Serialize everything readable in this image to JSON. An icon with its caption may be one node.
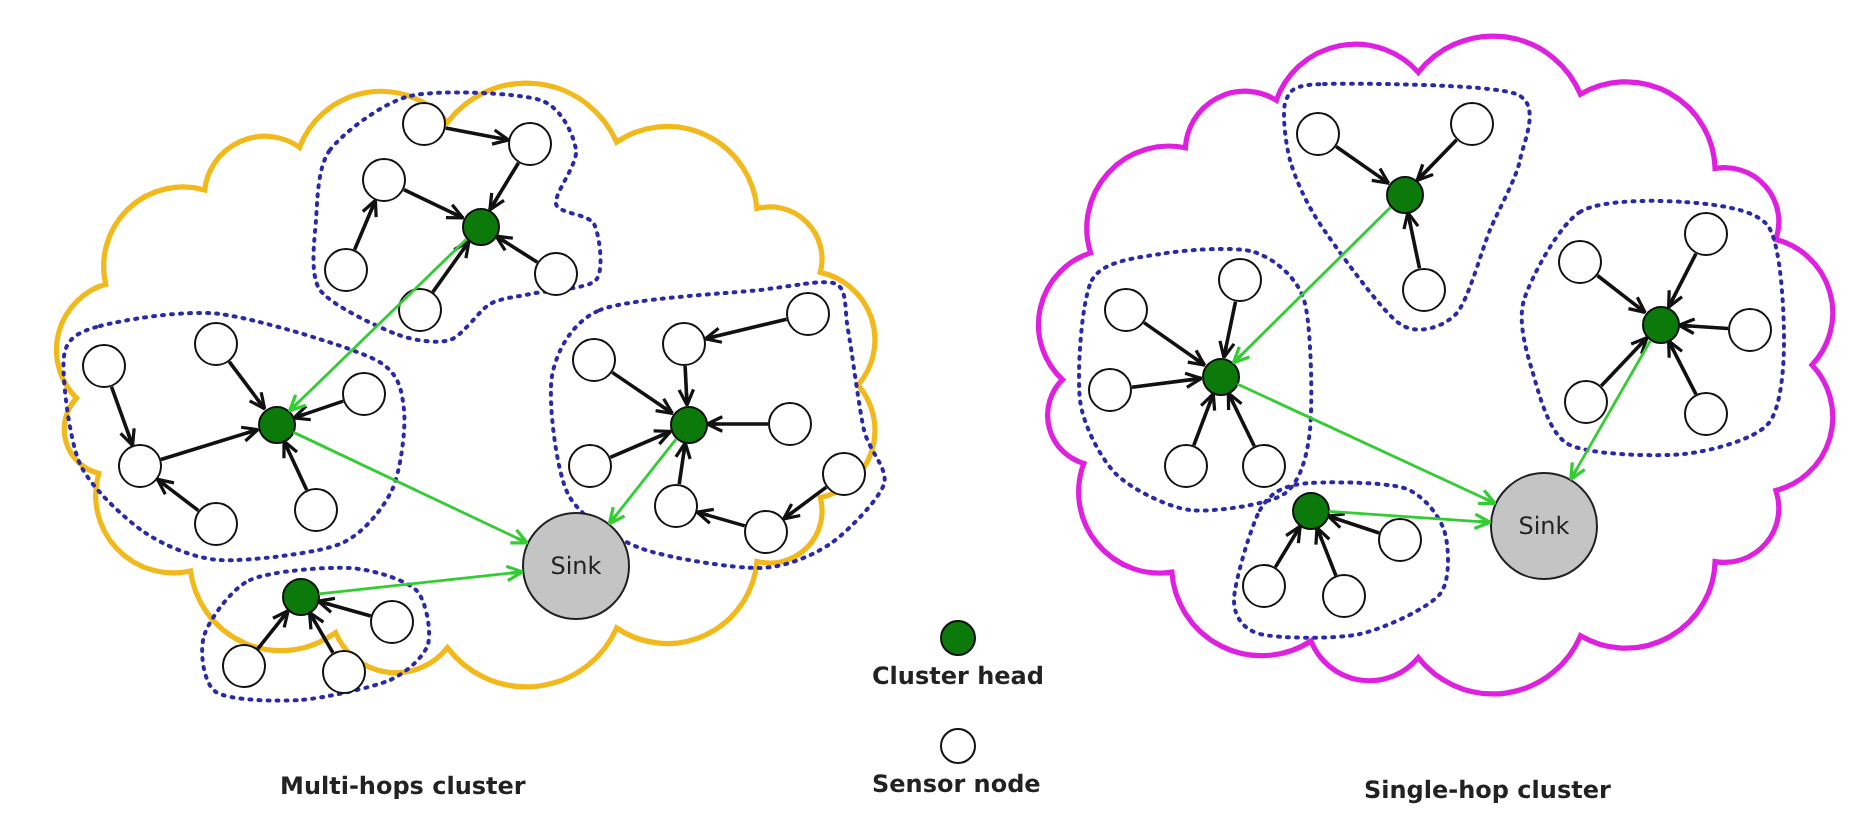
{
  "diagram": {
    "nodes": [
      {
        "text": [],
        "shape": "cloud"
      },
      {
        "text": [],
        "shape": "blob",
        "in": 0
      },
      {
        "text": [],
        "shape": "circle",
        "in": 1
      },
      {
        "text": [],
        "shape": "circle",
        "in": 1
      },
      {
        "text": [],
        "shape": "circle",
        "in": 1
      },
      {
        "text": [],
        "shape": "circle",
        "in": 1
      },
      {
        "text": [],
        "shape": "circle",
        "in": 1
      },
      {
        "text": [],
        "shape": "circle",
        "in": 1
      },
      {
        "text": [],
        "shape": "dot",
        "in": 1
      },
      {
        "text": [],
        "shape": "blob",
        "in": 0
      },
      {
        "text": [],
        "shape": "circle",
        "in": 9
      },
      {
        "text": [],
        "shape": "circle",
        "in": 9
      },
      {
        "text": [],
        "shape": "circle",
        "in": 9
      },
      {
        "text": [],
        "shape": "circle",
        "in": 9
      },
      {
        "text": [],
        "shape": "circle",
        "in": 9
      },
      {
        "text": [],
        "shape": "circle",
        "in": 9
      },
      {
        "text": [],
        "shape": "dot",
        "in": 9
      },
      {
        "text": [],
        "shape": "blob",
        "in": 0
      },
      {
        "text": [],
        "shape": "circle",
        "in": 17
      },
      {
        "text": [],
        "shape": "circle",
        "in": 17
      },
      {
        "text": [],
        "shape": "circle",
        "in": 17
      },
      {
        "text": [],
        "shape": "circle",
        "in": 17
      },
      {
        "text": [],
        "shape": "circle",
        "in": 17
      },
      {
        "text": [],
        "shape": "circle",
        "in": 17
      },
      {
        "text": [],
        "shape": "circle",
        "in": 17
      },
      {
        "text": [],
        "shape": "circle",
        "in": 17
      },
      {
        "text": [],
        "shape": "dot",
        "in": 17
      },
      {
        "text": [],
        "shape": "blob",
        "in": 0
      },
      {
        "text": [],
        "shape": "dot",
        "in": 27
      },
      {
        "text": [],
        "shape": "circle",
        "in": 27
      },
      {
        "text": [],
        "shape": "circle",
        "in": 27
      },
      {
        "text": [],
        "shape": "circle",
        "in": 27
      },
      {
        "text": [
          "Sink"
        ],
        "in": 0
      },
      {
        "text": [],
        "shape": "cloud"
      },
      {
        "text": [],
        "shape": "blob",
        "in": 33
      },
      {
        "text": [],
        "shape": "circle",
        "in": 34
      },
      {
        "text": [],
        "shape": "circle",
        "in": 34
      },
      {
        "text": [],
        "shape": "circle",
        "in": 34
      },
      {
        "text": [],
        "shape": "dot",
        "in": 34
      },
      {
        "text": [],
        "shape": "blob",
        "in": 33
      },
      {
        "text": [],
        "shape": "circle",
        "in": 39
      },
      {
        "text": [],
        "shape": "circle",
        "in": 39
      },
      {
        "text": [],
        "shape": "circle",
        "in": 39
      },
      {
        "text": [],
        "shape": "circle",
        "in": 39
      },
      {
        "text": [],
        "shape": "circle",
        "in": 39
      },
      {
        "text": [],
        "shape": "dot",
        "in": 39
      },
      {
        "text": [],
        "shape": "blob",
        "in": 33
      },
      {
        "text": [],
        "shape": "circle",
        "in": 46
      },
      {
        "text": [],
        "shape": "circle",
        "in": 46
      },
      {
        "text": [],
        "shape": "circle",
        "in": 46
      },
      {
        "text": [],
        "shape": "circle",
        "in": 46
      },
      {
        "text": [],
        "shape": "circle",
        "in": 46
      },
      {
        "text": [],
        "shape": "dot",
        "in": 46
      },
      {
        "text": [],
        "shape": "blob",
        "in": 33
      },
      {
        "text": [],
        "shape": "dot",
        "in": 53
      },
      {
        "text": [],
        "shape": "circle",
        "in": 53
      },
      {
        "text": [],
        "shape": "circle",
        "in": 53
      },
      {
        "text": [],
        "shape": "circle",
        "in": 53
      },
      {
        "text": [
          "Sink"
        ],
        "in": 33
      }
    ],
    "edges": [
      {
        "from": 2,
        "to": 3,
        "arrow": "to"
      },
      {
        "from": 3,
        "to": 8,
        "arrow": "to"
      },
      {
        "from": 4,
        "to": 8,
        "arrow": "to"
      },
      {
        "from": 5,
        "to": 4,
        "arrow": "to"
      },
      {
        "from": 6,
        "to": 8,
        "arrow": "to"
      },
      {
        "from": 7,
        "to": 8,
        "arrow": "to"
      },
      {
        "from": 10,
        "to": 13,
        "arrow": "to"
      },
      {
        "from": 11,
        "to": 16,
        "arrow": "to"
      },
      {
        "from": 12,
        "to": 16,
        "arrow": "to"
      },
      {
        "from": 13,
        "to": 16,
        "arrow": "to"
      },
      {
        "from": 14,
        "to": 13,
        "arrow": "to"
      },
      {
        "from": 15,
        "to": 16,
        "arrow": "to"
      },
      {
        "from": 20,
        "to": 19,
        "arrow": "to"
      },
      {
        "from": 19,
        "to": 26,
        "arrow": "to"
      },
      {
        "from": 18,
        "to": 26,
        "arrow": "to"
      },
      {
        "from": 21,
        "to": 26,
        "arrow": "to"
      },
      {
        "from": 22,
        "to": 26,
        "arrow": "to"
      },
      {
        "from": 23,
        "to": 26,
        "arrow": "to"
      },
      {
        "from": 24,
        "to": 25,
        "arrow": "to"
      },
      {
        "from": 25,
        "to": 23,
        "arrow": "to"
      },
      {
        "from": 29,
        "to": 28,
        "arrow": "to"
      },
      {
        "from": 30,
        "to": 28,
        "arrow": "to"
      },
      {
        "from": 31,
        "to": 28,
        "arrow": "to"
      },
      {
        "from": 8,
        "to": 16,
        "arrow": "to",
        "color": "#33cc33"
      },
      {
        "from": 16,
        "to": 32,
        "arrow": "to",
        "color": "#33cc33"
      },
      {
        "from": 26,
        "to": 32,
        "arrow": "to",
        "color": "#33cc33"
      },
      {
        "from": 28,
        "to": 32,
        "arrow": "to",
        "color": "#33cc33"
      },
      {
        "from": 35,
        "to": 38,
        "arrow": "to"
      },
      {
        "from": 36,
        "to": 38,
        "arrow": "to"
      },
      {
        "from": 37,
        "to": 38,
        "arrow": "to"
      },
      {
        "from": 40,
        "to": 45,
        "arrow": "to"
      },
      {
        "from": 41,
        "to": 45,
        "arrow": "to"
      },
      {
        "from": 42,
        "to": 45,
        "arrow": "to"
      },
      {
        "from": 43,
        "to": 45,
        "arrow": "to"
      },
      {
        "from": 44,
        "to": 45,
        "arrow": "to"
      },
      {
        "from": 47,
        "to": 52,
        "arrow": "to"
      },
      {
        "from": 48,
        "to": 52,
        "arrow": "to"
      },
      {
        "from": 49,
        "to": 52,
        "arrow": "to"
      },
      {
        "from": 50,
        "to": 52,
        "arrow": "to"
      },
      {
        "from": 51,
        "to": 52,
        "arrow": "to"
      },
      {
        "from": 55,
        "to": 54,
        "arrow": "to"
      },
      {
        "from": 56,
        "to": 54,
        "arrow": "to"
      },
      {
        "from": 57,
        "to": 54,
        "arrow": "to"
      },
      {
        "from": 38,
        "to": 45,
        "arrow": "to",
        "color": "#33cc33"
      },
      {
        "from": 45,
        "to": 58,
        "arrow": "to",
        "color": "#33cc33"
      },
      {
        "from": 52,
        "to": 58,
        "arrow": "to",
        "color": "#33cc33"
      },
      {
        "from": 54,
        "to": 58,
        "arrow": "to",
        "color": "#33cc33"
      }
    ],
    "labels": [
      "Multi-hops cluster",
      "Single-hop cluster"
    ],
    "legend": [
      {
        "text": "Cluster head",
        "color": "#0b7a0b"
      },
      {
        "text": "Sensor node",
        "color": "#ffffff"
      }
    ]
  }
}
